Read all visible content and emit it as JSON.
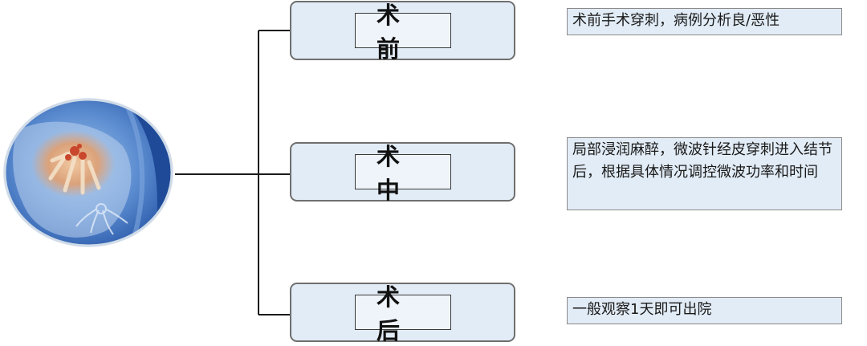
{
  "stages": [
    {
      "label": "术前",
      "description": "术前手术穿刺，病例分析良/恶性"
    },
    {
      "label": "术中",
      "description": "局部浸润麻醉，微波针经皮穿刺进入结节后，根据具体情况调控微波功率和时间"
    },
    {
      "label": "术后",
      "description": "一般观察1天即可出院"
    }
  ],
  "colors": {
    "box_fill": "#e2ecf6",
    "box_border": "#6f6f6f",
    "connector": "#1a1a1a"
  }
}
